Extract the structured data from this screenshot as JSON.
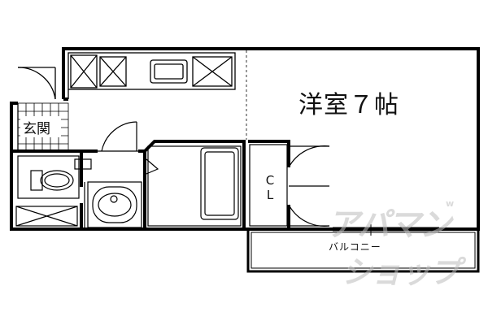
{
  "rooms": {
    "main": "洋室７帖",
    "entrance": "玄関",
    "closet": "C\nL",
    "balcony": "バルコニー"
  },
  "watermark": {
    "line1": "アパマン",
    "line2": "ショップ",
    "mark": "w"
  },
  "colors": {
    "wall": "#000000",
    "fixture": "#555555",
    "watermark": "#bdbdbd"
  }
}
